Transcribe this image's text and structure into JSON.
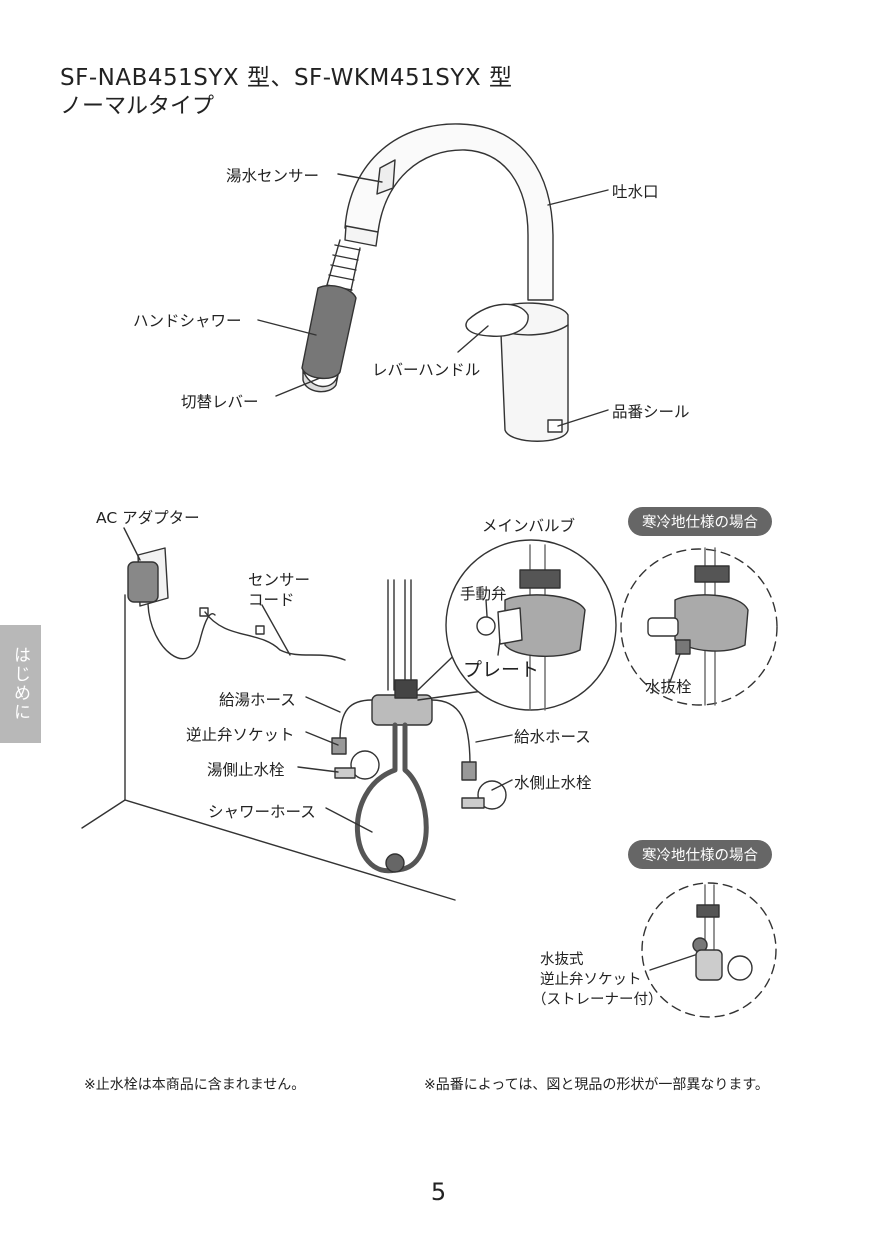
{
  "header": {
    "title_line1": "SF-NAB451SYX 型、SF-WKM451SYX 型",
    "title_line2": "ノーマルタイプ"
  },
  "faucet_labels": {
    "sensor": "湯水センサー",
    "spout": "吐水口",
    "hand_shower": "ハンドシャワー",
    "lever_handle": "レバーハンドル",
    "switch_lever": "切替レバー",
    "part_seal": "品番シール"
  },
  "piping_labels": {
    "ac_adapter": "AC アダプター",
    "sensor_cord_line1": "センサー",
    "sensor_cord_line2": "コード",
    "main_valve": "メインバルブ",
    "manual_valve": "手動弁",
    "plate": "プレート",
    "hot_hose": "給湯ホース",
    "check_valve_socket": "逆止弁ソケット",
    "hot_stop_valve": "湯側止水栓",
    "shower_hose": "シャワーホース",
    "cold_hose": "給水ホース",
    "cold_stop_valve": "水側止水栓",
    "drain_plug": "水抜栓",
    "drain_socket_line1": "水抜式",
    "drain_socket_line2": "逆止弁ソケット",
    "drain_socket_line3": "（ストレーナー付）"
  },
  "badges": {
    "cold_region_1": "寒冷地仕様の場合",
    "cold_region_2": "寒冷地仕様の場合"
  },
  "side_tab": "はじめに",
  "notes": {
    "left": "※止水栓は本商品に含まれません。",
    "right": "※品番によっては、図と現品の形状が一部異なります。"
  },
  "page_number": "5"
}
